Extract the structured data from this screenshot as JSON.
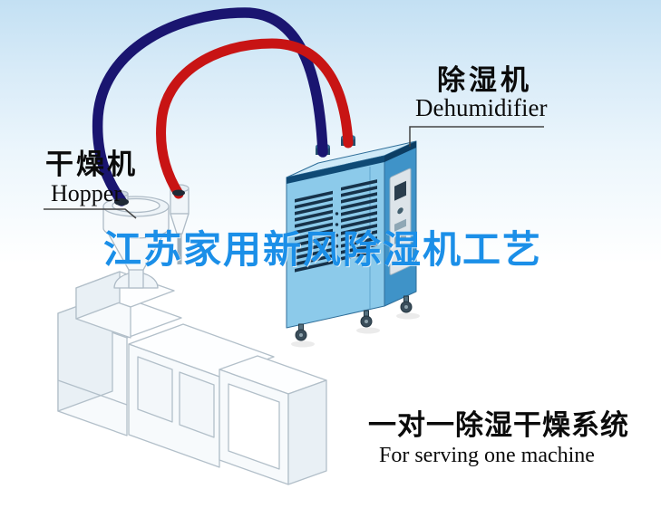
{
  "watermark": {
    "text": "江苏家用新风除湿机工艺",
    "color": "#1b8fe8"
  },
  "labels": {
    "hopper": {
      "cn": "干燥机",
      "en": "Hopper"
    },
    "dehumidifier": {
      "cn": "除湿机",
      "en": "Dehumidifier"
    }
  },
  "caption": {
    "cn": "一对一除湿干燥系统",
    "en": "For serving one machine"
  },
  "colors": {
    "pipe_navy": "#1a1570",
    "pipe_red": "#c81414",
    "dehumidifier_front": "#8ccaea",
    "dehumidifier_side": "#3f93c8",
    "dehumidifier_top": "#cfeaf8",
    "dehumidifier_trim": "#0f4a75",
    "vent_slat": "#16324a",
    "machine_fill": "#f7fafc",
    "machine_line": "#b2bfc9",
    "sky_top": "#c3e0f3"
  }
}
